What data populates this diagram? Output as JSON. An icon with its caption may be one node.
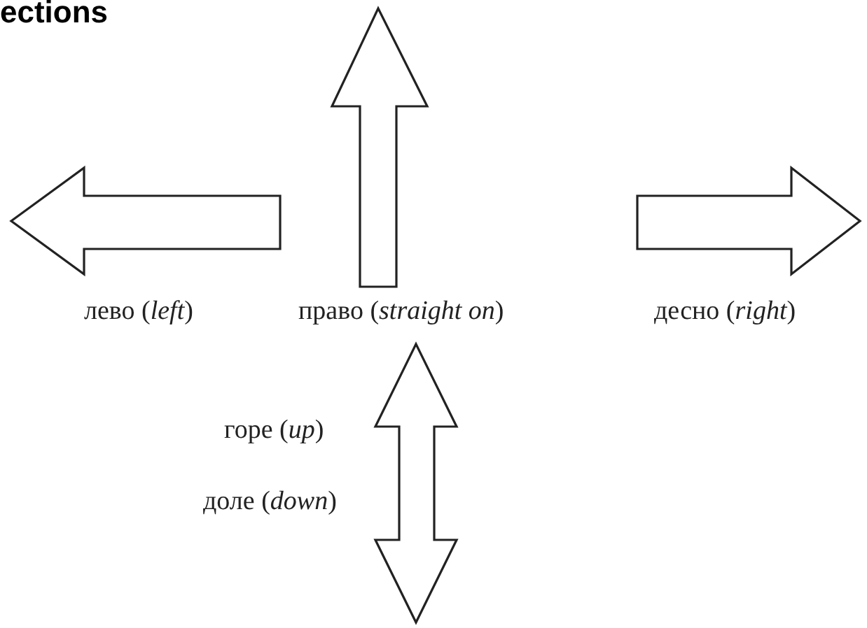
{
  "diagram": {
    "title": "ections",
    "labels": [
      "лево (*left*)",
      "право (*straight on*)",
      "десно (*right*)",
      "горе (*up*)",
      "доле (*down*)"
    ]
  }
}
